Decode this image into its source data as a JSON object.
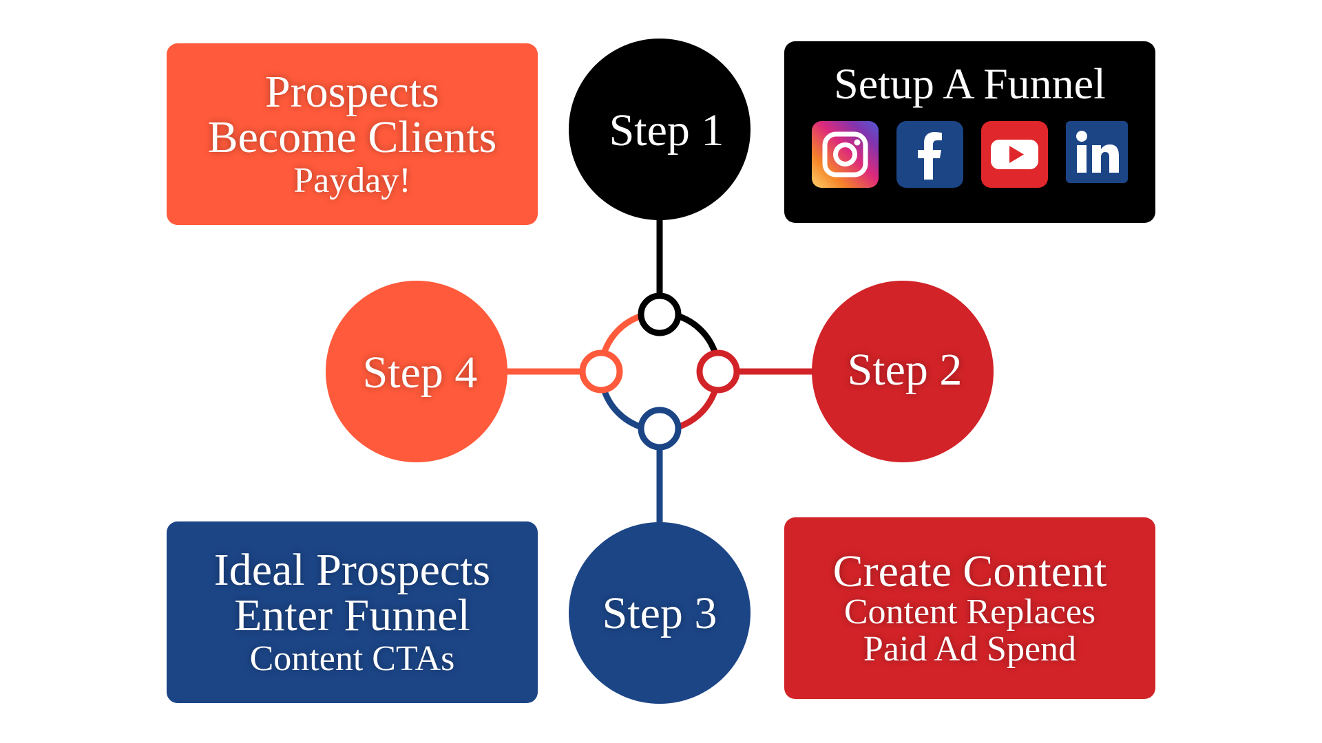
{
  "colors": {
    "step1": "#000000",
    "step2": "#D22328",
    "step3": "#1C4586",
    "step4": "#FF5A3B",
    "background": "#FFFFFF"
  },
  "steps": [
    {
      "label": "Step 1",
      "color": "#000000"
    },
    {
      "label": "Step 2",
      "color": "#D22328"
    },
    {
      "label": "Step 3",
      "color": "#1C4586"
    },
    {
      "label": "Step 4",
      "color": "#FF5A3B"
    }
  ],
  "boxes": {
    "step1": {
      "title": "Setup A Funnel",
      "icons": [
        "instagram-icon",
        "facebook-icon",
        "youtube-icon",
        "linkedin-icon"
      ]
    },
    "step2": {
      "title": "Create Content",
      "line2": "Content Replaces",
      "line3": "Paid Ad Spend"
    },
    "step3": {
      "title": "Ideal Prospects",
      "line2": "Enter Funnel",
      "line3": "Content CTAs"
    },
    "step4": {
      "title": "Prospects",
      "line2": "Become Clients",
      "line3": "Payday!"
    }
  }
}
